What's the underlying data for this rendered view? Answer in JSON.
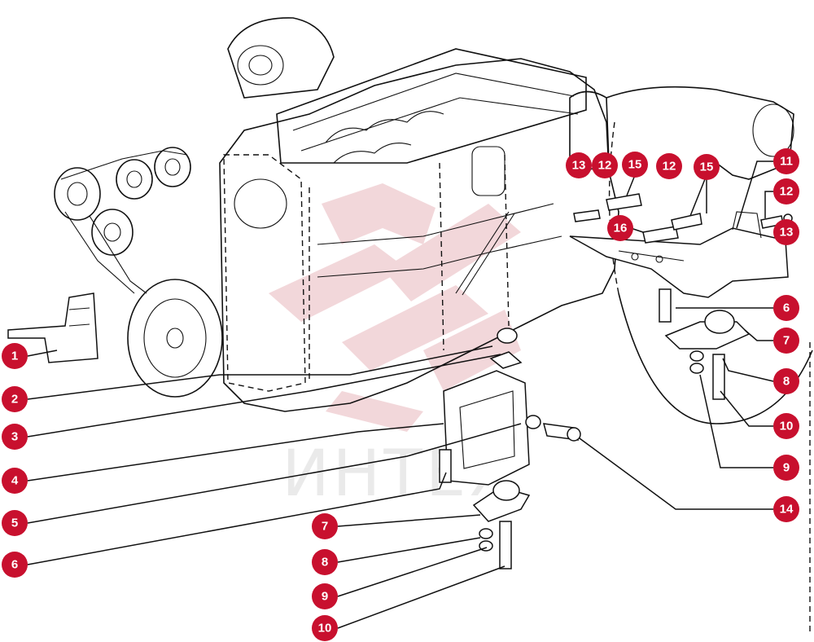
{
  "watermark": {
    "text": "ИНТЕХ",
    "color": "#e8b7bc"
  },
  "badge_color": "#c8102e",
  "callouts": [
    {
      "id": "c1",
      "label": "1"
    },
    {
      "id": "c2",
      "label": "2"
    },
    {
      "id": "c3",
      "label": "3"
    },
    {
      "id": "c4",
      "label": "4"
    },
    {
      "id": "c5",
      "label": "5"
    },
    {
      "id": "c6",
      "label": "6"
    },
    {
      "id": "c7a",
      "label": "7"
    },
    {
      "id": "c8a",
      "label": "8"
    },
    {
      "id": "c9a",
      "label": "9"
    },
    {
      "id": "c10a",
      "label": "10"
    },
    {
      "id": "c14",
      "label": "14"
    },
    {
      "id": "c6b",
      "label": "6"
    },
    {
      "id": "c7b",
      "label": "7"
    },
    {
      "id": "c8b",
      "label": "8"
    },
    {
      "id": "c10b",
      "label": "10"
    },
    {
      "id": "c9b",
      "label": "9"
    },
    {
      "id": "c11",
      "label": "11"
    },
    {
      "id": "c12a",
      "label": "12"
    },
    {
      "id": "c13a",
      "label": "13"
    },
    {
      "id": "c13b",
      "label": "13"
    },
    {
      "id": "c12b",
      "label": "12"
    },
    {
      "id": "c15a",
      "label": "15"
    },
    {
      "id": "c12c",
      "label": "12"
    },
    {
      "id": "c15b",
      "label": "15"
    },
    {
      "id": "c16",
      "label": "16"
    }
  ]
}
